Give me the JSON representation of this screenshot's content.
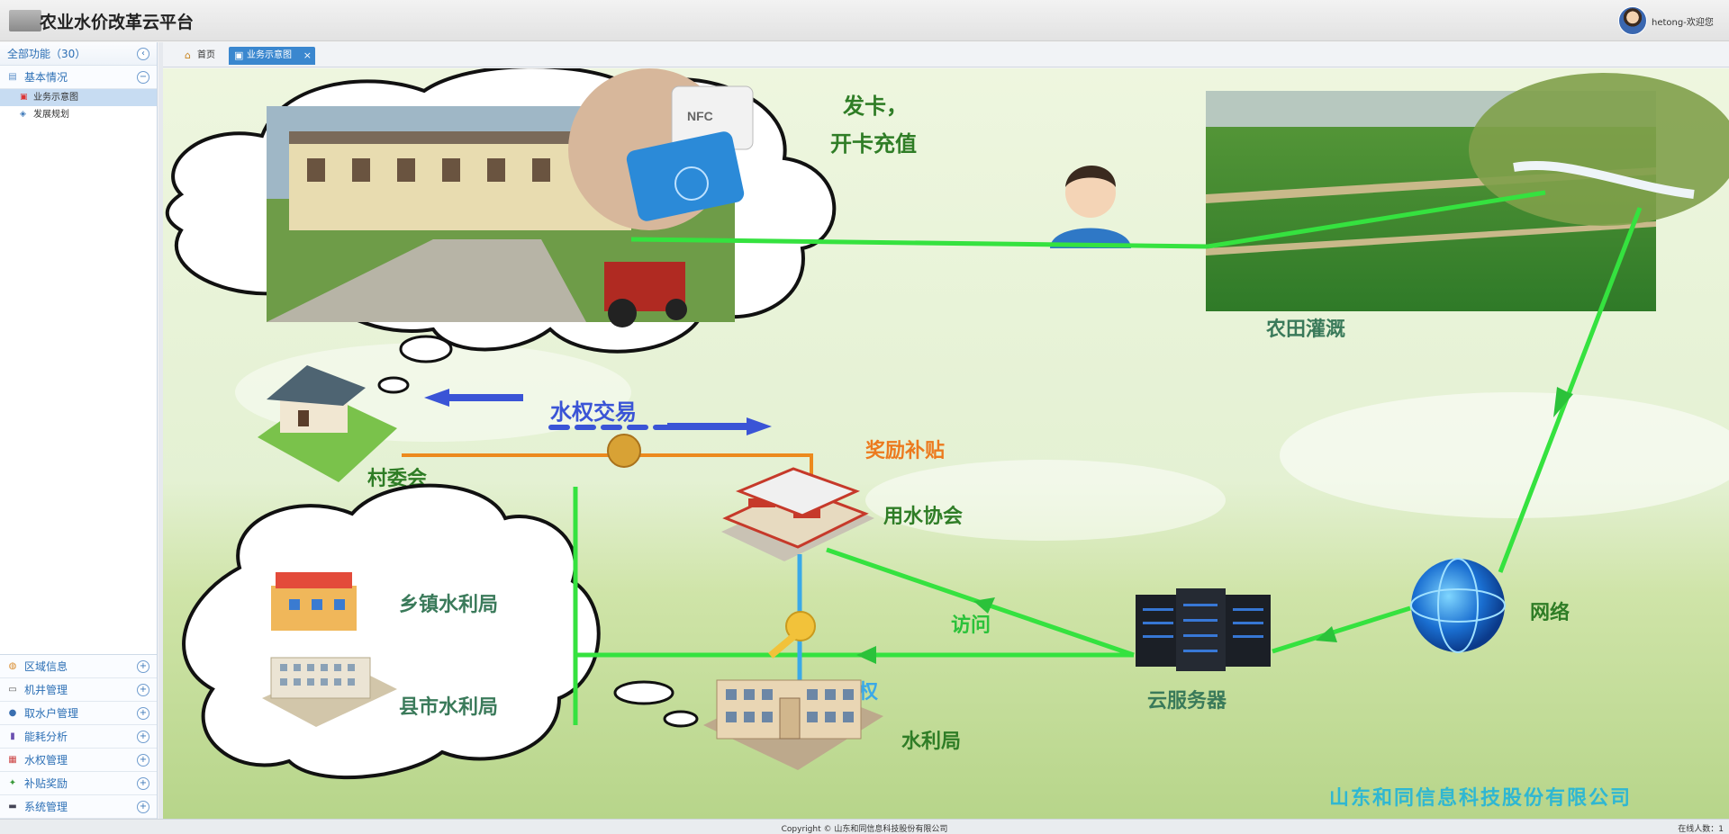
{
  "header": {
    "title": "农业水价改革云平台",
    "user": "hetong-欢迎您"
  },
  "sidebar": {
    "all_label": "全部功能（30）",
    "expanded_group": "基本情况",
    "sub_items": [
      "业务示意图",
      "发展规划"
    ],
    "groups": [
      "区域信息",
      "机井管理",
      "取水户管理",
      "能耗分析",
      "水权管理",
      "补贴奖励",
      "系统管理"
    ]
  },
  "tabs": {
    "home": "首页",
    "active": "业务示意图"
  },
  "diagram": {
    "card_top": "发卡，",
    "card_bottom": "开卡充值",
    "farmland": "农田灌溉",
    "water_trade": "水权交易",
    "subsidy": "奖励补贴",
    "village": "村委会",
    "association": "用水协会",
    "town_bureau": "乡镇水利局",
    "county_bureau": "县市水利局",
    "access": "访问",
    "authorize": "授权",
    "water_bureau": "水利局",
    "cloud_server": "云服务器",
    "network": "网络",
    "company": "山东和同信息科技股份有限公司"
  },
  "footer": {
    "copyright": "Copyright © 山东和同信息科技股份有限公司",
    "online": "在线人数：1"
  }
}
